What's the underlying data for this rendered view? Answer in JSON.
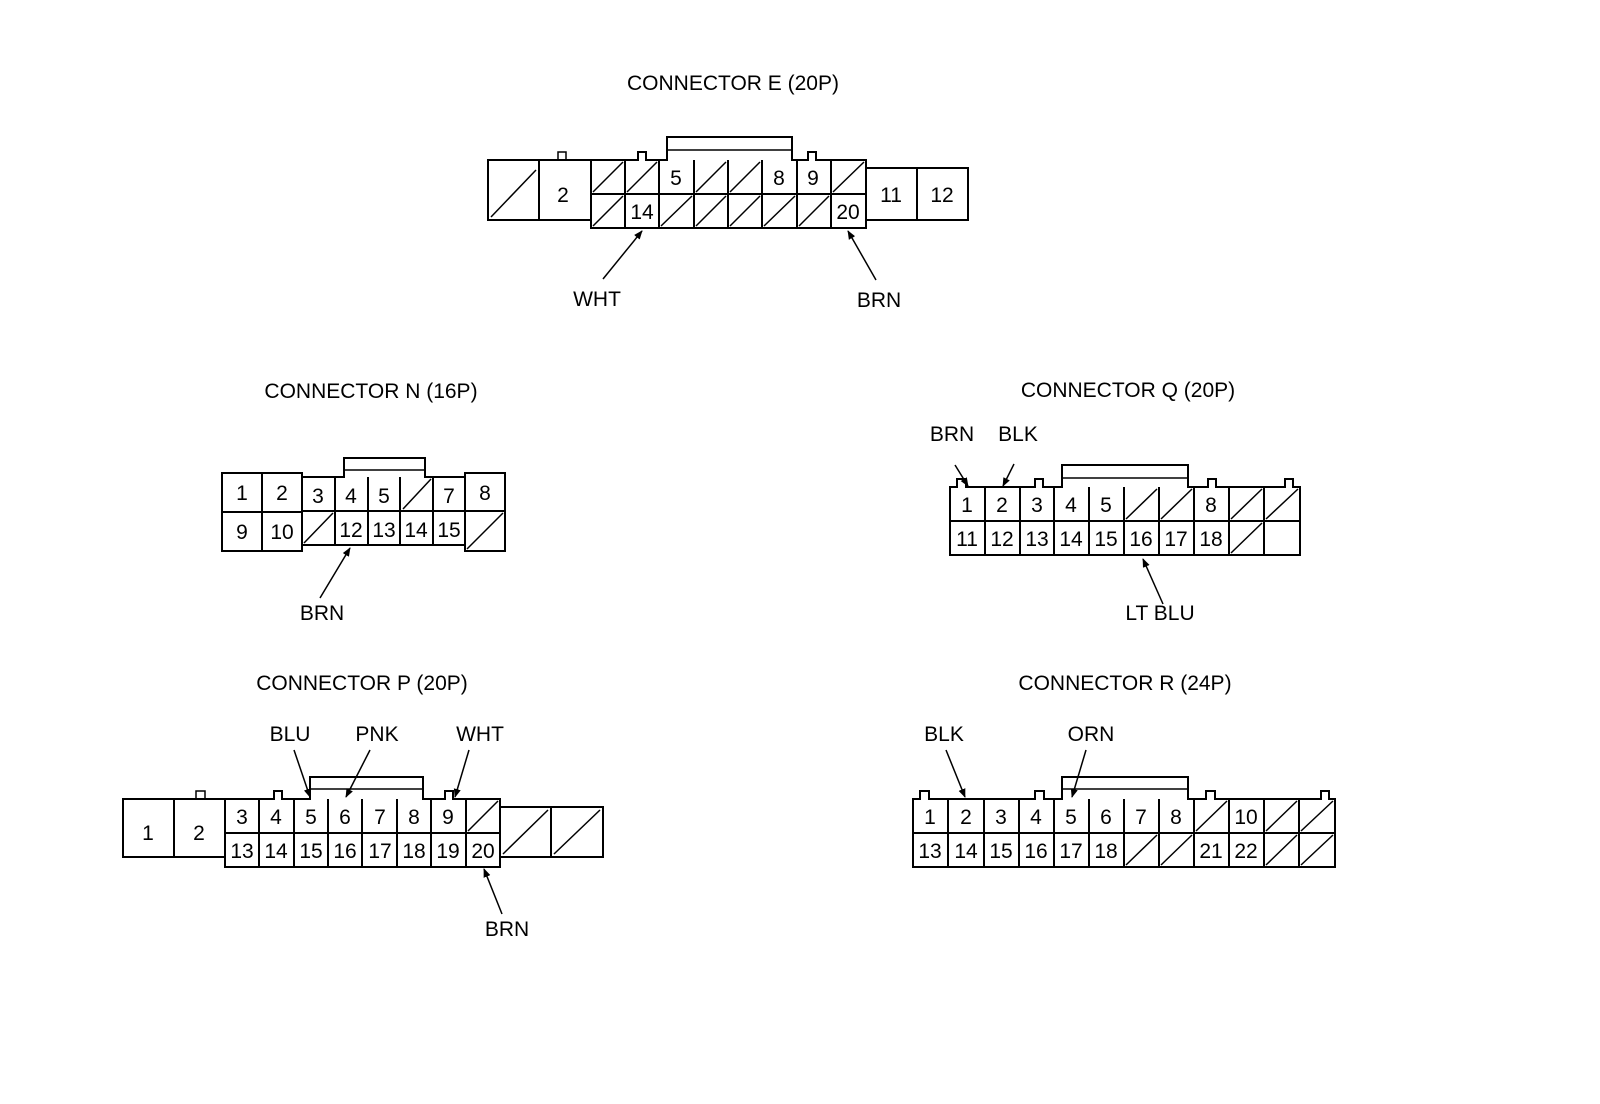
{
  "colors": {
    "ink": "#000000",
    "background": "#ffffff"
  },
  "connectors": {
    "E": {
      "title": "CONNECTOR E (20P)",
      "pins": {
        "2": "2",
        "5": "5",
        "8": "8",
        "9": "9",
        "11": "11",
        "12": "12",
        "14": "14",
        "20": "20"
      },
      "wires": {
        "14": "WHT",
        "20": "BRN"
      }
    },
    "N": {
      "title": "CONNECTOR N (16P)",
      "pins": {
        "1": "1",
        "2": "2",
        "3": "3",
        "4": "4",
        "5": "5",
        "7": "7",
        "8": "8",
        "9": "9",
        "10": "10",
        "12": "12",
        "13": "13",
        "14": "14",
        "15": "15"
      },
      "wires": {
        "12": "BRN"
      }
    },
    "Q": {
      "title": "CONNECTOR Q (20P)",
      "pins": {
        "1": "1",
        "2": "2",
        "3": "3",
        "4": "4",
        "5": "5",
        "8": "8",
        "11": "11",
        "12": "12",
        "13": "13",
        "14": "14",
        "15": "15",
        "16": "16",
        "17": "17",
        "18": "18"
      },
      "wires": {
        "1": "BRN",
        "2": "BLK",
        "16": "LT BLU"
      }
    },
    "P": {
      "title": "CONNECTOR P (20P)",
      "pins": {
        "1": "1",
        "2": "2",
        "3": "3",
        "4": "4",
        "5": "5",
        "6": "6",
        "7": "7",
        "8": "8",
        "9": "9",
        "13": "13",
        "14": "14",
        "15": "15",
        "16": "16",
        "17": "17",
        "18": "18",
        "19": "19",
        "20": "20"
      },
      "wires": {
        "5": "BLU",
        "6": "PNK",
        "9": "WHT",
        "20": "BRN"
      }
    },
    "R": {
      "title": "CONNECTOR R (24P)",
      "pins": {
        "1": "1",
        "2": "2",
        "3": "3",
        "4": "4",
        "5": "5",
        "6": "6",
        "7": "7",
        "8": "8",
        "10": "10",
        "13": "13",
        "14": "14",
        "15": "15",
        "16": "16",
        "17": "17",
        "18": "18",
        "21": "21",
        "22": "22"
      },
      "wires": {
        "2": "BLK",
        "5": "ORN"
      }
    }
  }
}
